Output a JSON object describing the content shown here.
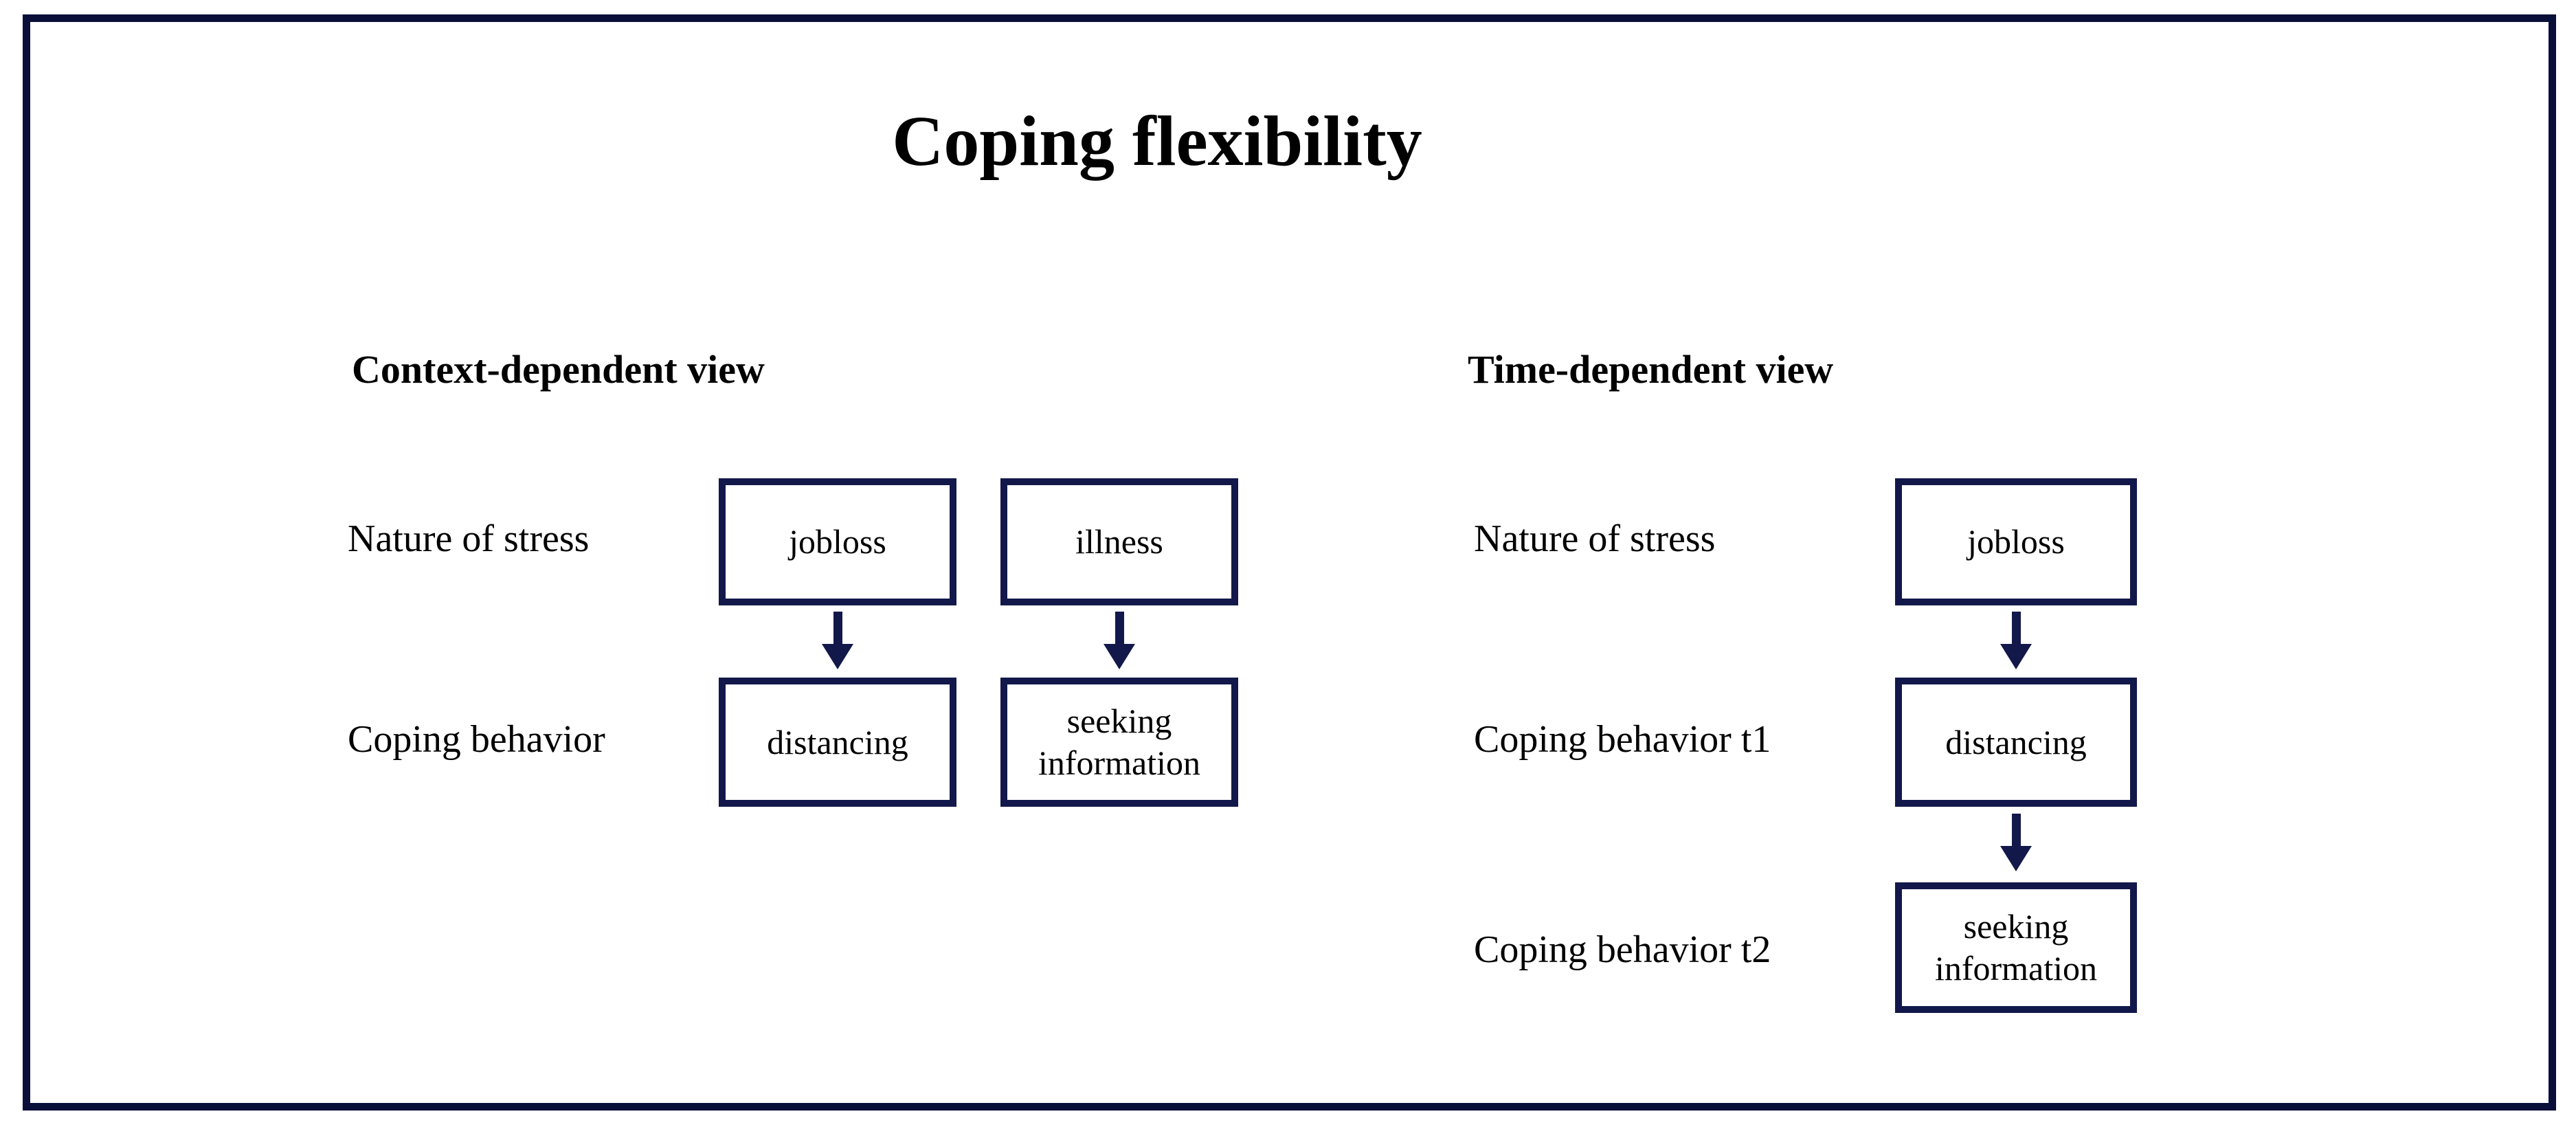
{
  "title": "Coping flexibility",
  "colors": {
    "frame_border": "#0a0f3a",
    "box_border": "#12184a",
    "arrow": "#12184a",
    "text": "#000000",
    "background": "#ffffff"
  },
  "panels": [
    {
      "header": "Context-dependent view",
      "labels": [
        "Nature of stress",
        "Coping behavior"
      ],
      "boxes": [
        "jobloss",
        "illness",
        "distancing",
        "seeking information"
      ]
    },
    {
      "header": "Time-dependent view",
      "labels": [
        "Nature of stress",
        "Coping behavior t1",
        "Coping behavior t2"
      ],
      "boxes": [
        "jobloss",
        "distancing",
        "seeking information"
      ]
    }
  ]
}
